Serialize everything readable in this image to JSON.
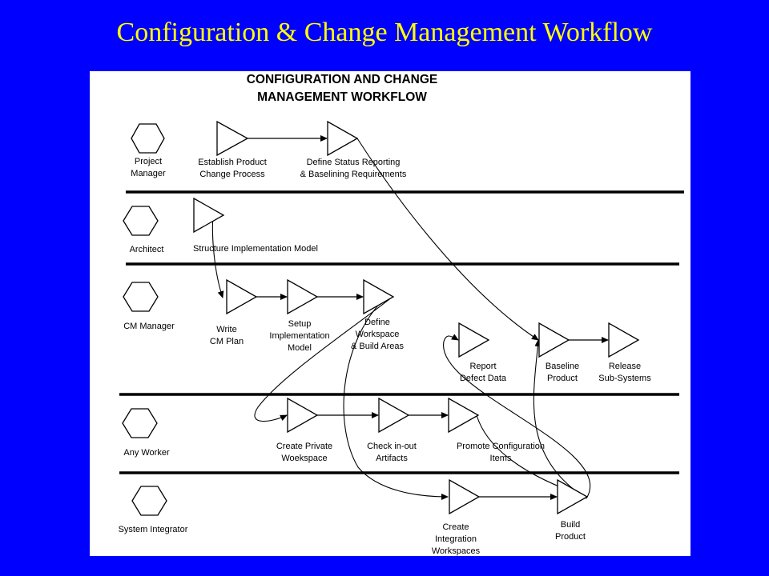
{
  "slide_title": "Configuration & Change Management Workflow",
  "diagram": {
    "title_line1": "CONFIGURATION AND CHANGE",
    "title_line2": "MANAGEMENT WORKFLOW",
    "roles": [
      {
        "lines": [
          "Project",
          "Manager"
        ]
      },
      {
        "lines": [
          "Architect"
        ]
      },
      {
        "lines": [
          "CM Manager"
        ]
      },
      {
        "lines": [
          "Any Worker"
        ]
      },
      {
        "lines": [
          "System Integrator"
        ]
      }
    ],
    "activities": [
      {
        "id": "establish",
        "lines": [
          "Establish Product",
          "Change Process"
        ]
      },
      {
        "id": "define-status",
        "lines": [
          "Define Status Reporting",
          "& Baselining Requirements"
        ]
      },
      {
        "id": "structure",
        "lines": [
          "Structure Implementation Model"
        ]
      },
      {
        "id": "write-plan",
        "lines": [
          "Write",
          "CM Plan"
        ]
      },
      {
        "id": "setup",
        "lines": [
          "Setup",
          "Implementation",
          "Model"
        ]
      },
      {
        "id": "define-workspace",
        "lines": [
          "Define",
          "Workspace",
          "& Build Areas"
        ]
      },
      {
        "id": "report-defect",
        "lines": [
          "Report",
          "Defect Data"
        ]
      },
      {
        "id": "baseline",
        "lines": [
          "Baseline",
          "Product"
        ]
      },
      {
        "id": "release",
        "lines": [
          "Release",
          "Sub-Systems"
        ]
      },
      {
        "id": "create-private",
        "lines": [
          "Create Private",
          "Woekspace"
        ]
      },
      {
        "id": "check-inout",
        "lines": [
          "Check in-out",
          "Artifacts"
        ]
      },
      {
        "id": "promote",
        "lines": [
          "Promote Configuration",
          "Items"
        ]
      },
      {
        "id": "create-integration",
        "lines": [
          "Create",
          "Integration",
          "Workspaces"
        ]
      },
      {
        "id": "build-product",
        "lines": [
          "Build",
          "Product"
        ]
      }
    ]
  }
}
